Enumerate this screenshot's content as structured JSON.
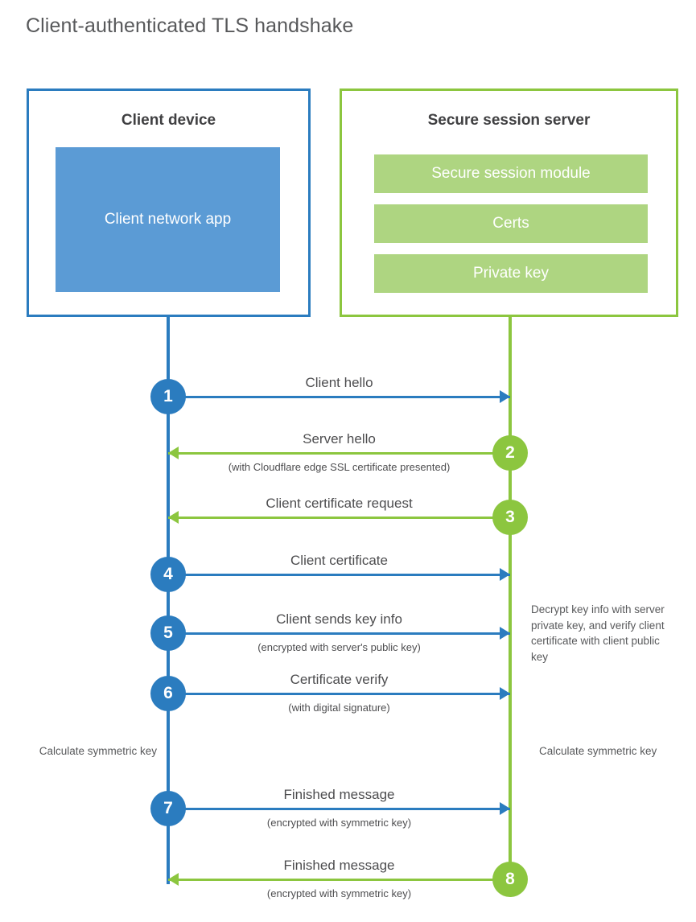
{
  "title": "Client-authenticated TLS handshake",
  "colors": {
    "blue": "#2b7cbf",
    "green": "#8cc63f",
    "blue_fill": "#5b9bd5",
    "green_fill": "#aed581",
    "text": "#4d4d4f",
    "title_text": "#58595b"
  },
  "panels": {
    "client": {
      "title": "Client device",
      "app_box_label": "Client network app"
    },
    "server": {
      "title": "Secure session server",
      "bars": [
        {
          "label": "Secure session module"
        },
        {
          "label": "Certs"
        },
        {
          "label": "Private key"
        }
      ]
    }
  },
  "steps": [
    {
      "number": "1",
      "label": "Client hello",
      "sublabel": "",
      "direction": "client-to-server",
      "color": "blue"
    },
    {
      "number": "2",
      "label": "Server hello",
      "sublabel": "(with Cloudflare edge SSL certificate presented)",
      "direction": "server-to-client",
      "color": "green"
    },
    {
      "number": "3",
      "label": "Client certificate request",
      "sublabel": "",
      "direction": "server-to-client",
      "color": "green"
    },
    {
      "number": "4",
      "label": "Client certificate",
      "sublabel": "",
      "direction": "client-to-server",
      "color": "blue"
    },
    {
      "number": "5",
      "label": "Client sends key info",
      "sublabel": "(encrypted with server's public key)",
      "direction": "client-to-server",
      "color": "blue"
    },
    {
      "number": "6",
      "label": "Certificate verify",
      "sublabel": "(with digital signature)",
      "direction": "client-to-server",
      "color": "blue"
    },
    {
      "number": "7",
      "label": "Finished message",
      "sublabel": "(encrypted with symmetric key)",
      "direction": "client-to-server",
      "color": "blue"
    },
    {
      "number": "8",
      "label": "Finished message",
      "sublabel": "(encrypted with symmetric key)",
      "direction": "server-to-client",
      "color": "green"
    }
  ],
  "annotations": {
    "server_decrypt": "Decrypt key info with server private key, and verify client certificate with client public key",
    "client_calculate": "Calculate symmetric key",
    "server_calculate": "Calculate symmetric key"
  }
}
